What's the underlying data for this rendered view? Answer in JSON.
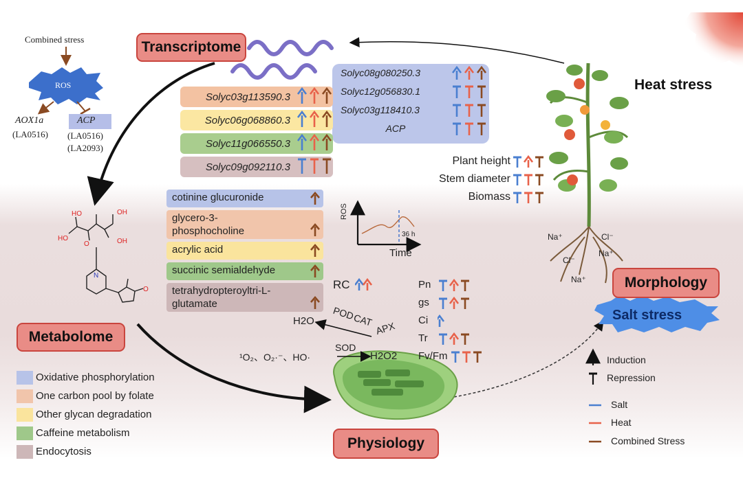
{
  "top_left": {
    "combined_stress": "Combined stress",
    "ros": "ROS",
    "aox": "AOX1a",
    "aox_line": "(LA0516)",
    "acp": "ACP",
    "acp_line1": "(LA0516)",
    "acp_line2": "(LA2093)"
  },
  "nodes": {
    "transcriptome": "Transcriptome",
    "metabolome": "Metabolome",
    "physiology": "Physiology",
    "morphology": "Morphology"
  },
  "heat_stress": "Heat stress",
  "salt_stress": "Salt stress",
  "genes_left": [
    {
      "name": "Solyc03g113590.3",
      "color": "#f3c2a2",
      "marks": [
        "up",
        "up",
        "up"
      ]
    },
    {
      "name": "Solyc06g068860.3",
      "color": "#fbe7a2",
      "marks": [
        "up",
        "up",
        "up"
      ]
    },
    {
      "name": "Solyc11g066550.3",
      "color": "#a9cd8e",
      "marks": [
        "up",
        "up",
        "up"
      ]
    },
    {
      "name": "Solyc09g092110.3",
      "color": "#d6bfc0",
      "marks": [
        "down",
        "down",
        "down"
      ]
    }
  ],
  "genes_right": [
    {
      "name": "Solyc08g080250.3",
      "marks": [
        "up",
        "up",
        "up"
      ]
    },
    {
      "name": "Solyc12g056830.1",
      "marks": [
        "down",
        "down",
        "down"
      ]
    },
    {
      "name": "Solyc03g118410.3",
      "marks": [
        "down",
        "down",
        "down"
      ]
    },
    {
      "name": "ACP",
      "marks": [
        "down",
        "down",
        "down"
      ]
    }
  ],
  "morph_traits": [
    {
      "name": "Plant height",
      "marks": [
        "down",
        "up",
        "down"
      ]
    },
    {
      "name": "Stem diameter",
      "marks": [
        "down",
        "down",
        "down"
      ]
    },
    {
      "name": "Biomass",
      "marks": [
        "down",
        "down",
        "down"
      ]
    }
  ],
  "metabolites": [
    {
      "lines": [
        "cotinine glucuronide"
      ],
      "color": "#b7c3e8"
    },
    {
      "lines": [
        "glycero-3-",
        "phosphocholine"
      ],
      "color": "#f1c5ab"
    },
    {
      "lines": [
        "acrylic acid"
      ],
      "color": "#fae49d"
    },
    {
      "lines": [
        "succinic semialdehyde"
      ],
      "color": "#9fc88a"
    },
    {
      "lines": [
        "tetrahydropteroyltri-L-",
        "glutamate"
      ],
      "color": "#cdb7b8"
    }
  ],
  "chem_labels": {
    "ho1": "HO",
    "oh1": "OH",
    "ho2": "HO",
    "oh2": "OH",
    "o_ring": "O",
    "n": "N",
    "o_keto": "O"
  },
  "graph": {
    "ylabel": "ROS",
    "xlabel": "Time",
    "marker": "36 h"
  },
  "physio": {
    "rc": "RC",
    "params": [
      {
        "name": "Pn",
        "marks": [
          "down",
          "up",
          "down"
        ]
      },
      {
        "name": "gs",
        "marks": [
          "down",
          "up",
          "down"
        ]
      },
      {
        "name": "Ci",
        "marks": [
          "up"
        ]
      },
      {
        "name": "Tr",
        "marks": [
          "down",
          "up",
          "down"
        ]
      },
      {
        "name": "Fv/Fm",
        "marks": [
          "down",
          "down",
          "down"
        ]
      }
    ],
    "h2o": "H2O",
    "pod": "POD",
    "cat": "CAT",
    "apx": "APX",
    "sod": "SOD",
    "ros_species": "¹O₂、O₂·⁻、HO·",
    "h2o2": "H2O2"
  },
  "ions": {
    "na1": "Na⁺",
    "cl1": "Cl⁻",
    "cl2": "Cl⁻",
    "na2": "Na⁺",
    "na3": "Na⁺"
  },
  "pathway_legend": [
    {
      "label": "Oxidative phosphorylation",
      "color": "#b7c3e8"
    },
    {
      "label": "One carbon pool by folate",
      "color": "#f1c5ab"
    },
    {
      "label": "Other glycan degradation",
      "color": "#fae49d"
    },
    {
      "label": "Caffeine metabolism",
      "color": "#9fc88a"
    },
    {
      "label": "Endocytosis",
      "color": "#cdb7b8"
    }
  ],
  "symbol_legend": {
    "induction": "Induction",
    "repression": "Repression",
    "salt": "Salt",
    "heat": "Heat",
    "combined": "Combined Stress"
  },
  "colors": {
    "salt": "#4a7fd0",
    "heat": "#e8624a",
    "combined": "#8a4a22",
    "node_fill": "#e98c86",
    "node_border": "#c9453e"
  }
}
